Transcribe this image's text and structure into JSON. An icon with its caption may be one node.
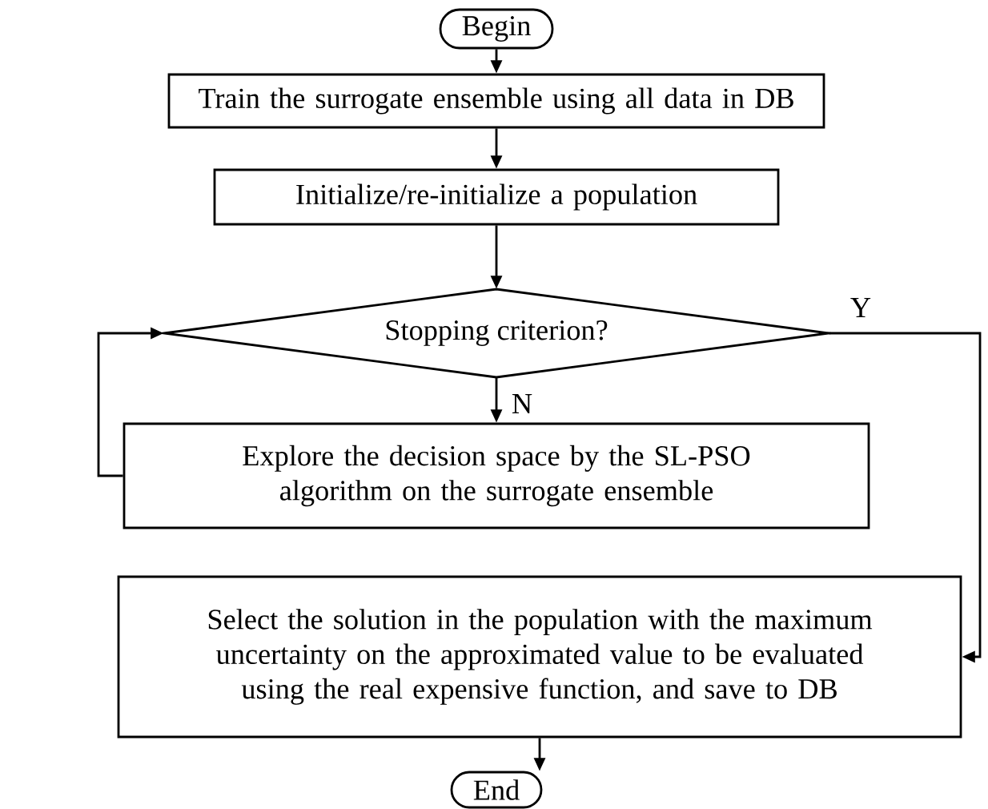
{
  "diagram": {
    "nodes": [
      {
        "text": [
          "Begin"
        ]
      },
      {
        "text": [
          "Train the surrogate ensemble using all data in DB"
        ]
      },
      {
        "text": [
          "Initialize/re-initialize a population"
        ]
      },
      {
        "text": [
          "Stopping criterion?"
        ]
      },
      {
        "text": [
          "Explore the decision space by the SL-PSO algorithm on the surrogate ensemble"
        ]
      },
      {
        "text": [
          "Select  the solution in the population with the maximum uncertainty on the approximated value to be evaluated using the real expensive function, and save to DB"
        ]
      },
      {
        "text": [
          "End"
        ]
      }
    ],
    "edges": [
      {
        "from": 0,
        "to": 1,
        "arrow": "to"
      },
      {
        "from": 1,
        "to": 2,
        "arrow": "to"
      },
      {
        "from": 2,
        "to": 3,
        "arrow": "to"
      },
      {
        "from": 3,
        "to": 4,
        "arrow": "to",
        "label": "N"
      },
      {
        "from": 4,
        "to": 3,
        "arrow": "to"
      },
      {
        "from": 3,
        "to": 5,
        "arrow": "to",
        "label": "Y"
      },
      {
        "from": 5,
        "to": 6,
        "arrow": "to"
      }
    ]
  }
}
